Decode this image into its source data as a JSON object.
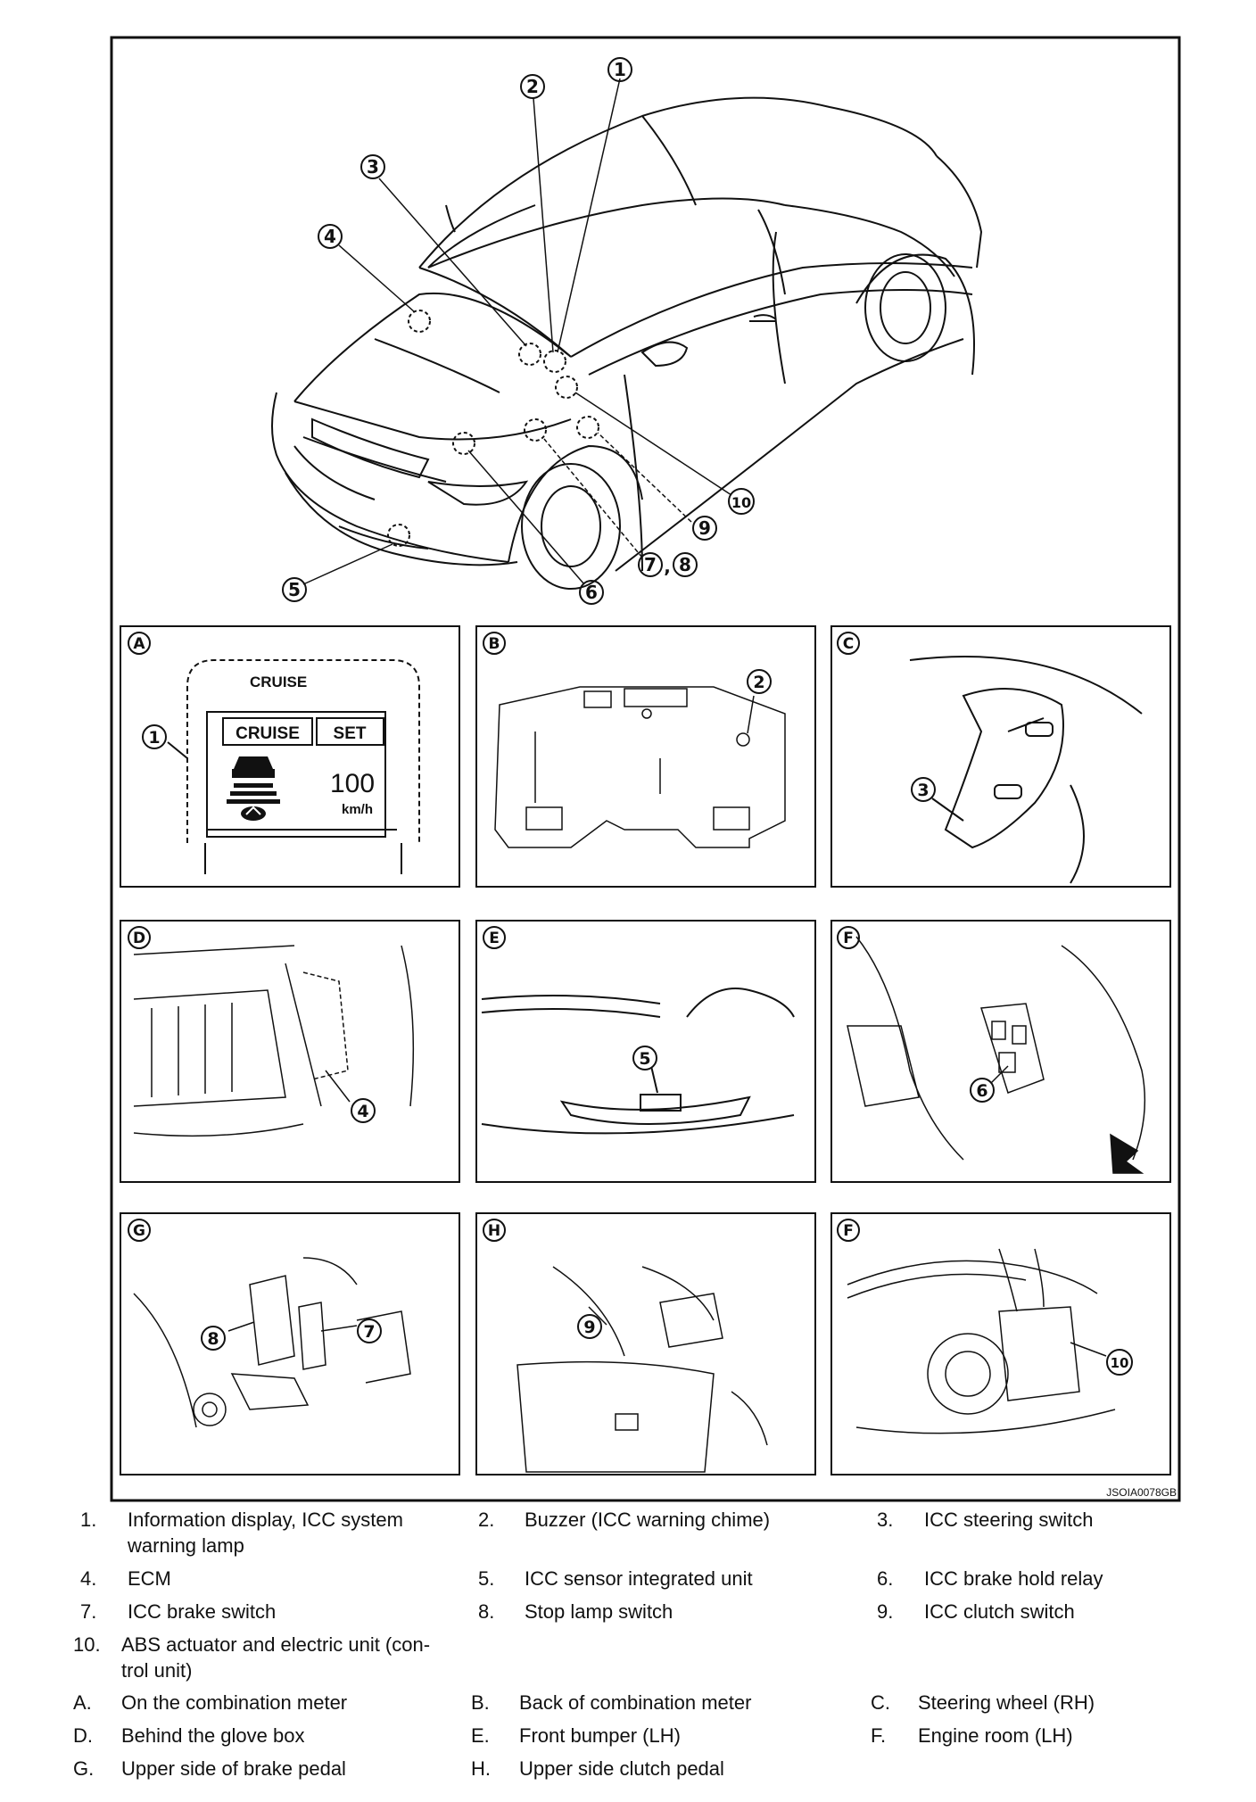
{
  "figure_code": "JSOIA0078GB",
  "callouts": [
    "1",
    "2",
    "3",
    "4",
    "5",
    "6",
    "7",
    "8",
    "9",
    "10"
  ],
  "callout_sep": ",",
  "panels": [
    {
      "letter": "A",
      "callouts": [
        "1"
      ]
    },
    {
      "letter": "B",
      "callouts": [
        "2"
      ]
    },
    {
      "letter": "C",
      "callouts": [
        "3"
      ]
    },
    {
      "letter": "D",
      "callouts": [
        "4"
      ]
    },
    {
      "letter": "E",
      "callouts": [
        "5"
      ]
    },
    {
      "letter": "F",
      "callouts": [
        "6"
      ]
    },
    {
      "letter": "G",
      "callouts": [
        "8",
        "7"
      ]
    },
    {
      "letter": "H",
      "callouts": [
        "9"
      ]
    },
    {
      "letter": "F",
      "callouts": [
        "10"
      ]
    }
  ],
  "display": {
    "header": "CRUISE",
    "cruise_label": "CRUISE",
    "set_label": "SET",
    "speed": "100",
    "unit": "km/h"
  },
  "legend": [
    {
      "num": "1.",
      "text": "Information display, ICC system",
      "text2": "warning lamp"
    },
    {
      "num": "2.",
      "text": "Buzzer (ICC warning chime)"
    },
    {
      "num": "3.",
      "text": "ICC steering switch"
    },
    {
      "num": "4.",
      "text": "ECM"
    },
    {
      "num": "5.",
      "text": "ICC sensor integrated unit"
    },
    {
      "num": "6.",
      "text": "ICC brake hold relay"
    },
    {
      "num": "7.",
      "text": "ICC brake switch"
    },
    {
      "num": "8.",
      "text": "Stop lamp switch"
    },
    {
      "num": "9.",
      "text": "ICC clutch switch"
    },
    {
      "num": "10.",
      "text": "ABS actuator and electric unit (con-",
      "text2": "trol unit)"
    },
    {
      "num": "A.",
      "text": "On the combination meter"
    },
    {
      "num": "B.",
      "text": "Back of combination meter"
    },
    {
      "num": "C.",
      "text": "Steering wheel (RH)"
    },
    {
      "num": "D.",
      "text": "Behind the glove box"
    },
    {
      "num": "E.",
      "text": "Front bumper (LH)"
    },
    {
      "num": "F.",
      "text": "Engine room (LH)"
    },
    {
      "num": "G.",
      "text": "Upper side of brake pedal"
    },
    {
      "num": "H.",
      "text": "Upper side clutch pedal"
    }
  ]
}
